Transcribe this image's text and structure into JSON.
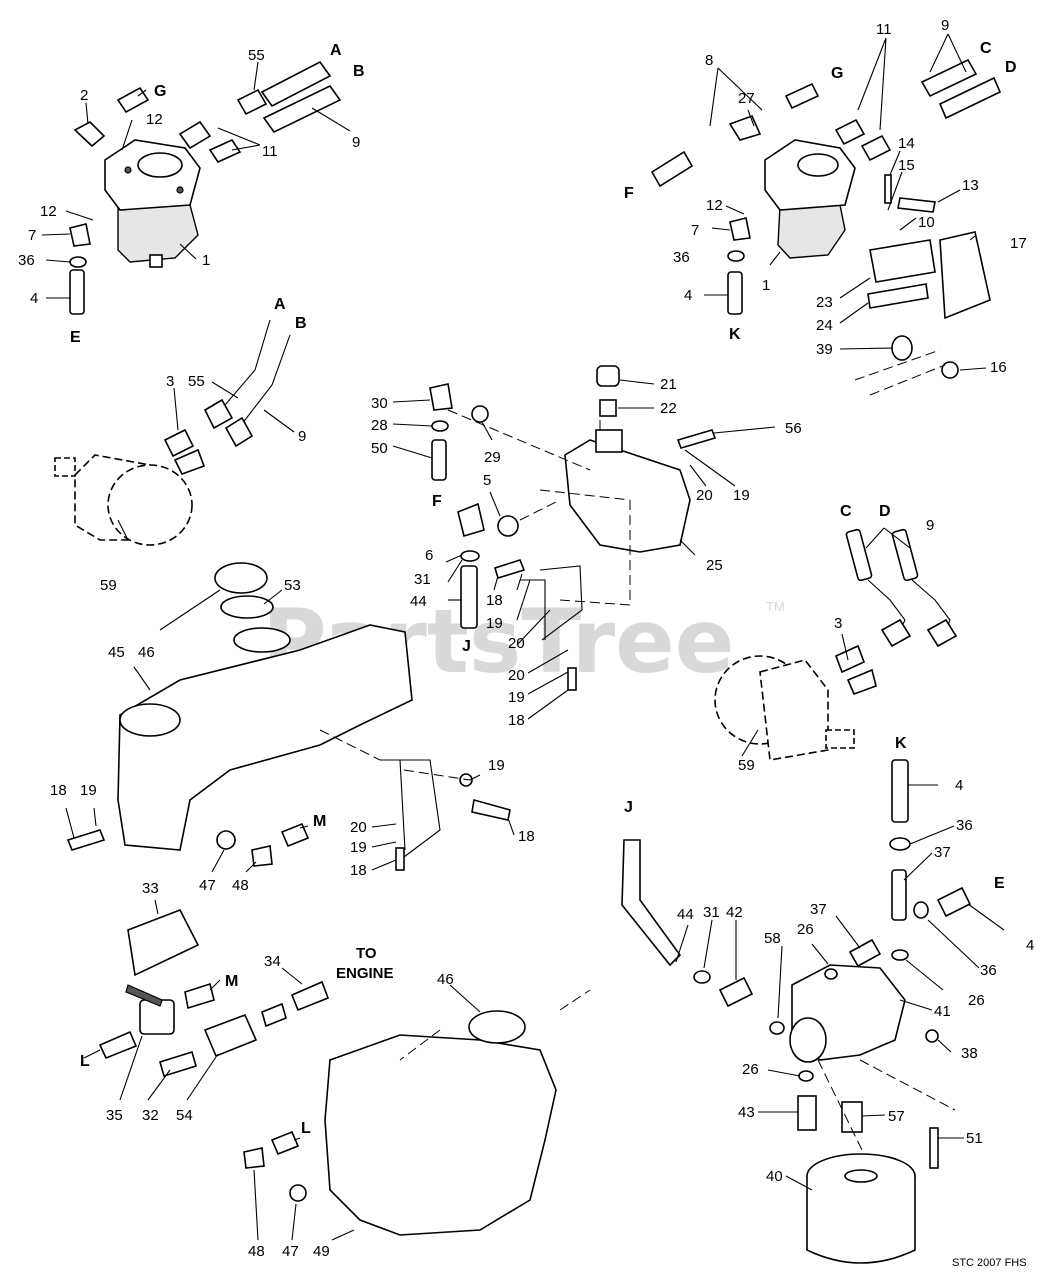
{
  "watermark": {
    "text": "PartsTree",
    "trademark": "TM"
  },
  "drawing_code": "STC 2007 FHS",
  "annotations": {
    "to_engine_line1": "TO",
    "to_engine_line2": "ENGINE"
  },
  "callouts": {
    "c1": "55",
    "c2": "2",
    "c3": "12",
    "c4": "11",
    "c5": "9",
    "c6": "12",
    "c7": "7",
    "c8": "36",
    "c9": "4",
    "c10": "1",
    "c11": "8",
    "c12": "27",
    "c13": "11",
    "c14": "9",
    "c15": "14",
    "c16": "15",
    "c17": "13",
    "c18": "12",
    "c19": "10",
    "c20": "7",
    "c21": "36",
    "c22": "17",
    "c23": "4",
    "c24": "1",
    "c25": "23",
    "c26": "24",
    "c27": "39",
    "c28": "16",
    "c29": "3",
    "c30": "55",
    "c31": "9",
    "c32": "59",
    "c33": "30",
    "c34": "28",
    "c35": "50",
    "c36": "29",
    "c37": "21",
    "c38": "22",
    "c39": "56",
    "c40": "20",
    "c41": "19",
    "c42": "5",
    "c43": "25",
    "c44": "6",
    "c45": "31",
    "c46": "44",
    "c47": "18",
    "c48": "19",
    "c49": "20",
    "c50": "20",
    "c51": "19",
    "c52": "18",
    "c53": "46",
    "c54": "53",
    "c55": "45",
    "c56": "9",
    "c57": "3",
    "c58": "59",
    "c59": "18",
    "c60": "19",
    "c61": "19",
    "c62": "18",
    "c63": "20",
    "c64": "19",
    "c65": "18",
    "c66": "47",
    "c67": "48",
    "c68": "4",
    "c69": "36",
    "c70": "37",
    "c71": "33",
    "c72": "34",
    "c73": "44",
    "c74": "31",
    "c75": "42",
    "c76": "37",
    "c77": "26",
    "c78": "58",
    "c79": "46",
    "c80": "26",
    "c81": "36",
    "c82": "4",
    "c83": "41",
    "c84": "38",
    "c85": "35",
    "c86": "32",
    "c87": "54",
    "c88": "26",
    "c89": "43",
    "c90": "57",
    "c91": "51",
    "c92": "40",
    "c93": "48",
    "c94": "47",
    "c95": "49"
  },
  "letters": {
    "l1": "A",
    "l2": "B",
    "l3": "G",
    "l4": "E",
    "l5": "G",
    "l6": "C",
    "l7": "D",
    "l8": "F",
    "l9": "K",
    "l10": "A",
    "l11": "B",
    "l12": "F",
    "l13": "C",
    "l14": "D",
    "l15": "J",
    "l16": "M",
    "l17": "K",
    "l18": "J",
    "l19": "E",
    "l20": "M",
    "l21": "L",
    "l22": "L"
  }
}
